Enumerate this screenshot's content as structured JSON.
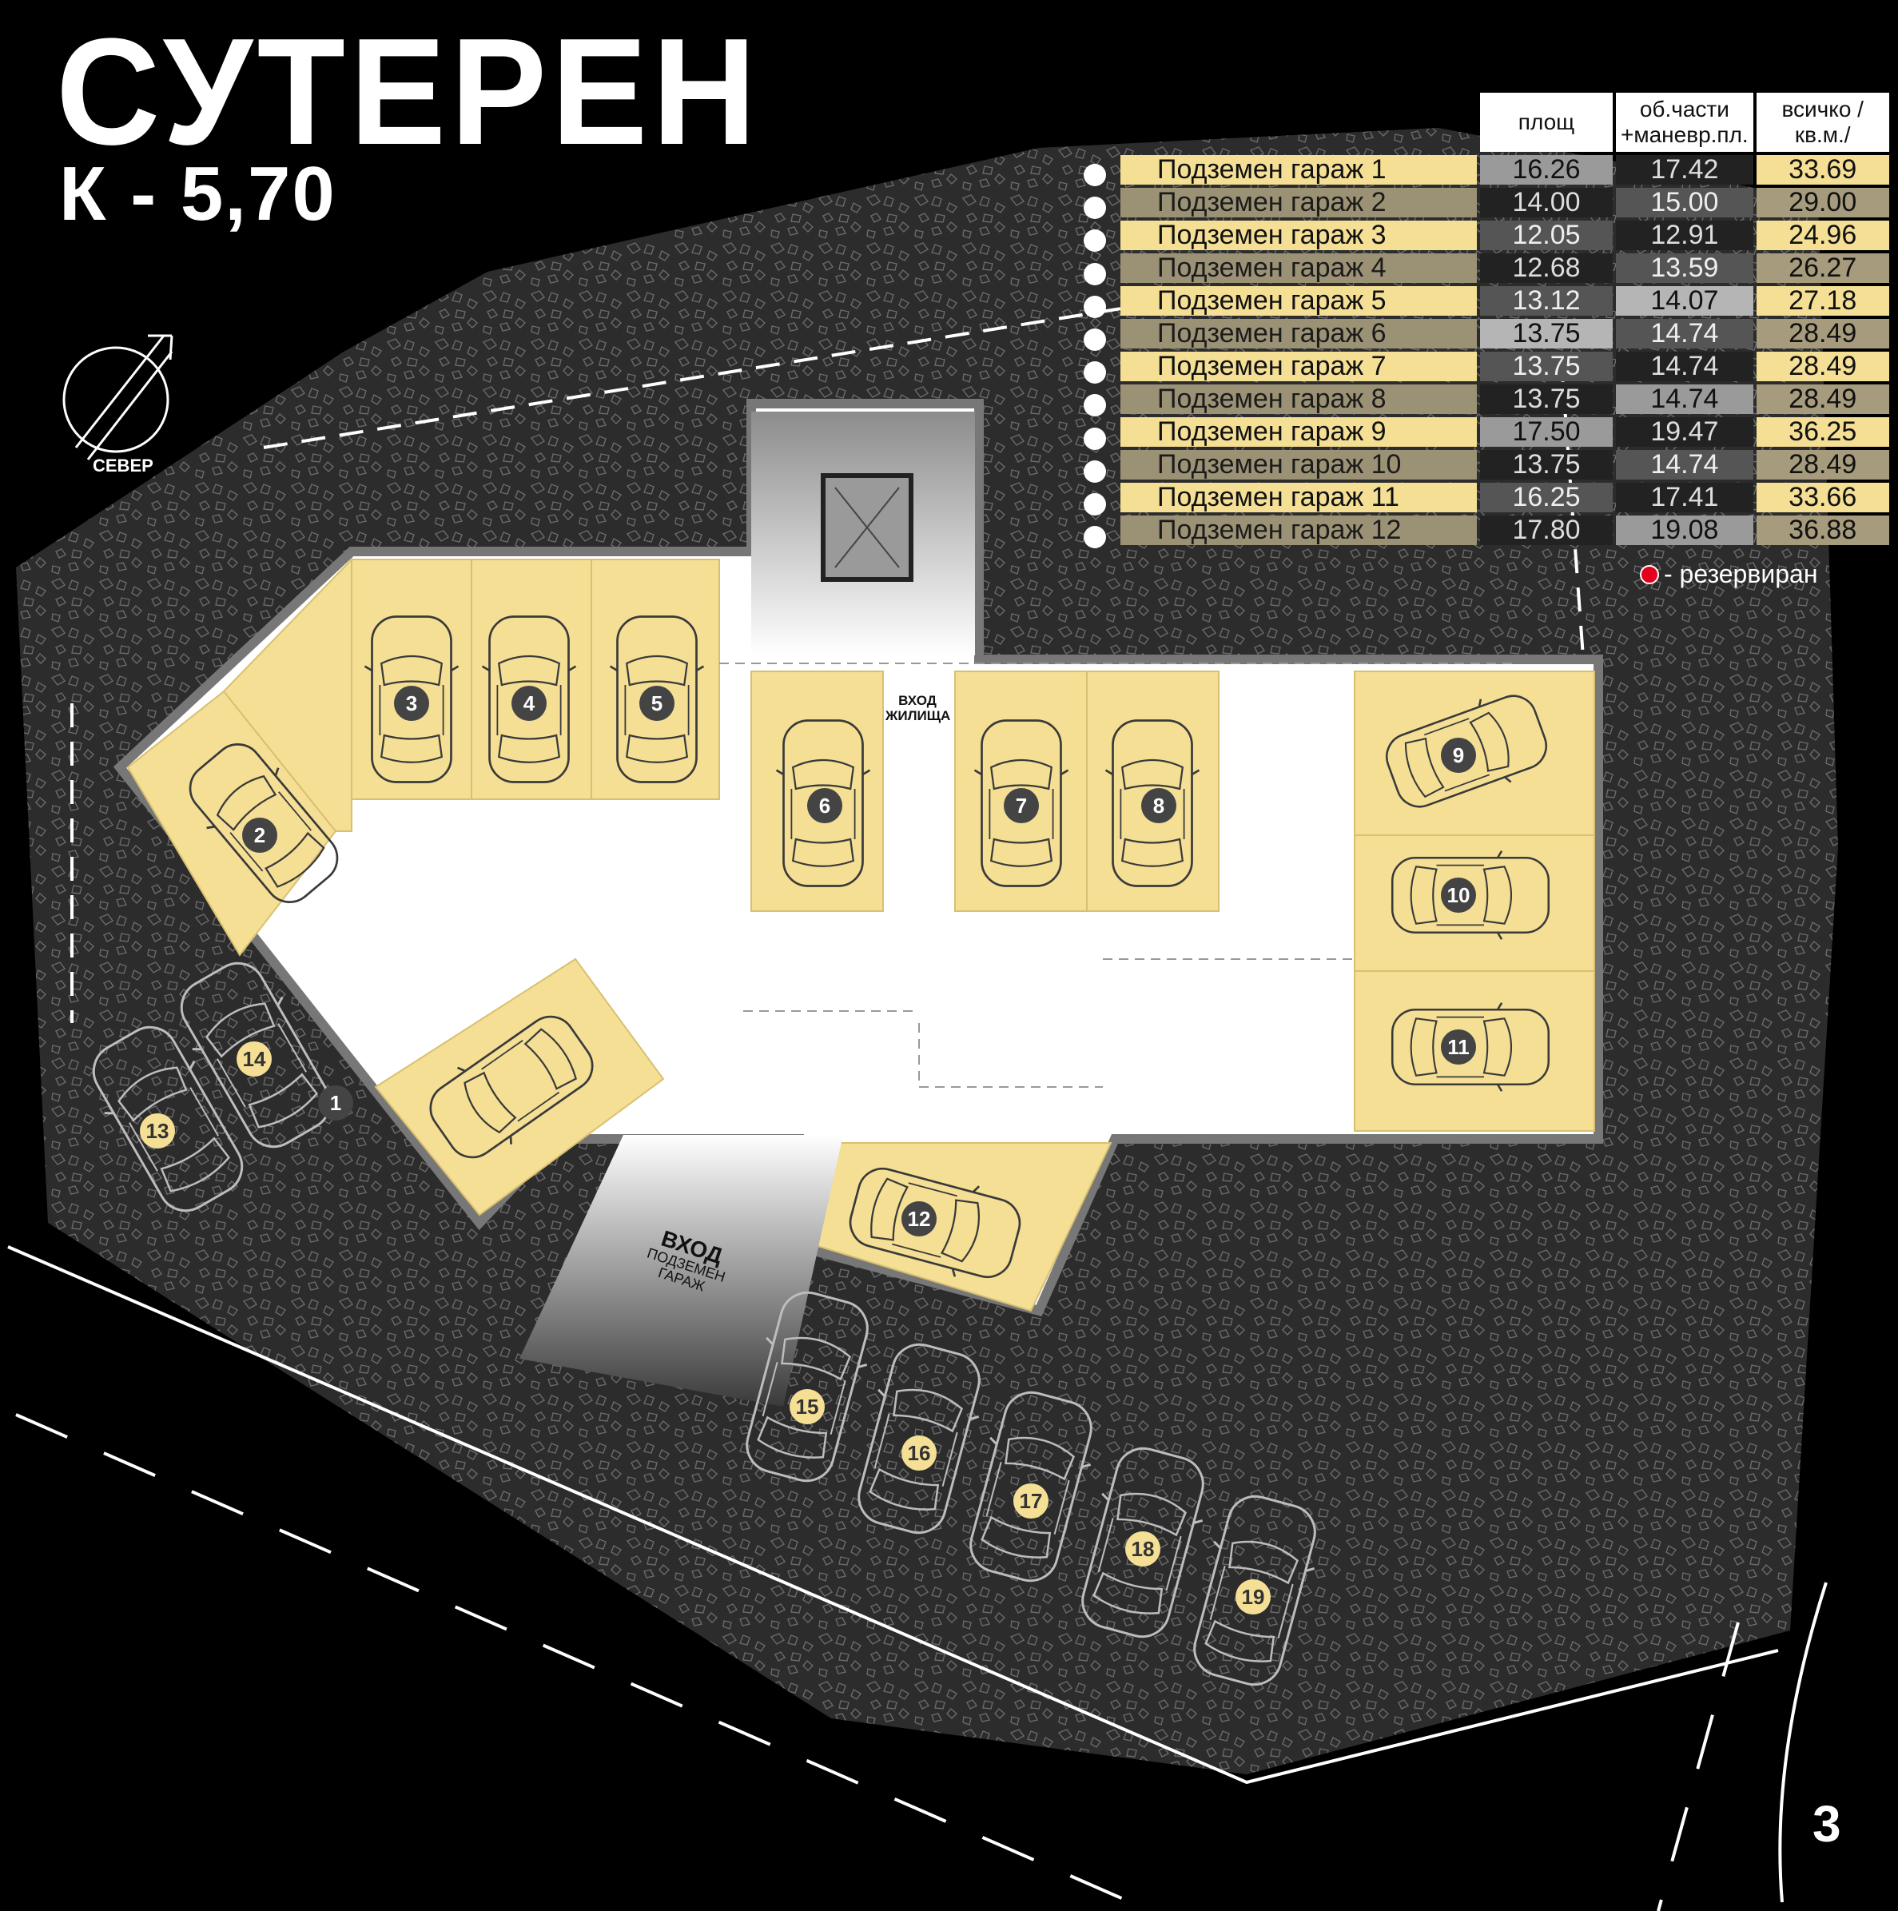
{
  "title": "СУТЕРЕН",
  "subtitle": "К - 5,70",
  "north_label": "СЕВЕР",
  "page_number": "3",
  "legend": {
    "text": "- резервиран",
    "color": "#e3001b"
  },
  "table": {
    "headers": [
      "площ",
      "об.части +маневр.пл.",
      "всичко /кв.м./"
    ],
    "rows": [
      {
        "name": "Подземен гараж 1",
        "area": "16.26",
        "common": "17.42",
        "total": "33.69"
      },
      {
        "name": "Подземен гараж 2",
        "area": "14.00",
        "common": "15.00",
        "total": "29.00"
      },
      {
        "name": "Подземен гараж 3",
        "area": "12.05",
        "common": "12.91",
        "total": "24.96"
      },
      {
        "name": "Подземен гараж 4",
        "area": "12.68",
        "common": "13.59",
        "total": "26.27"
      },
      {
        "name": "Подземен гараж 5",
        "area": "13.12",
        "common": "14.07",
        "total": "27.18"
      },
      {
        "name": "Подземен гараж 6",
        "area": "13.75",
        "common": "14.74",
        "total": "28.49"
      },
      {
        "name": "Подземен гараж 7",
        "area": "13.75",
        "common": "14.74",
        "total": "28.49"
      },
      {
        "name": "Подземен гараж 8",
        "area": "13.75",
        "common": "14.74",
        "total": "28.49"
      },
      {
        "name": "Подземен гараж 9",
        "area": "17.50",
        "common": "19.47",
        "total": "36.25"
      },
      {
        "name": "Подземен гараж 10",
        "area": "13.75",
        "common": "14.74",
        "total": "28.49"
      },
      {
        "name": "Подземен гараж 11",
        "area": "16.25",
        "common": "17.41",
        "total": "33.66"
      },
      {
        "name": "Подземен гараж 12",
        "area": "17.80",
        "common": "19.08",
        "total": "36.88"
      }
    ]
  },
  "plan": {
    "entrance_residential": "ВХОД ЖИЛИЩА",
    "entrance_garage_title": "ВХОД",
    "entrance_garage_sub": "ПОДЗЕМЕН ГАРАЖ",
    "spots_inside": [
      "1",
      "2",
      "3",
      "4",
      "5",
      "6",
      "7",
      "8",
      "9",
      "10",
      "11",
      "12"
    ],
    "spots_outside": [
      "13",
      "14",
      "15",
      "16",
      "17",
      "18",
      "19"
    ]
  },
  "colors": {
    "parking_fill": "#f4df95",
    "floor": "#ffffff",
    "ground": "#2b2b2b",
    "background": "#000000"
  }
}
